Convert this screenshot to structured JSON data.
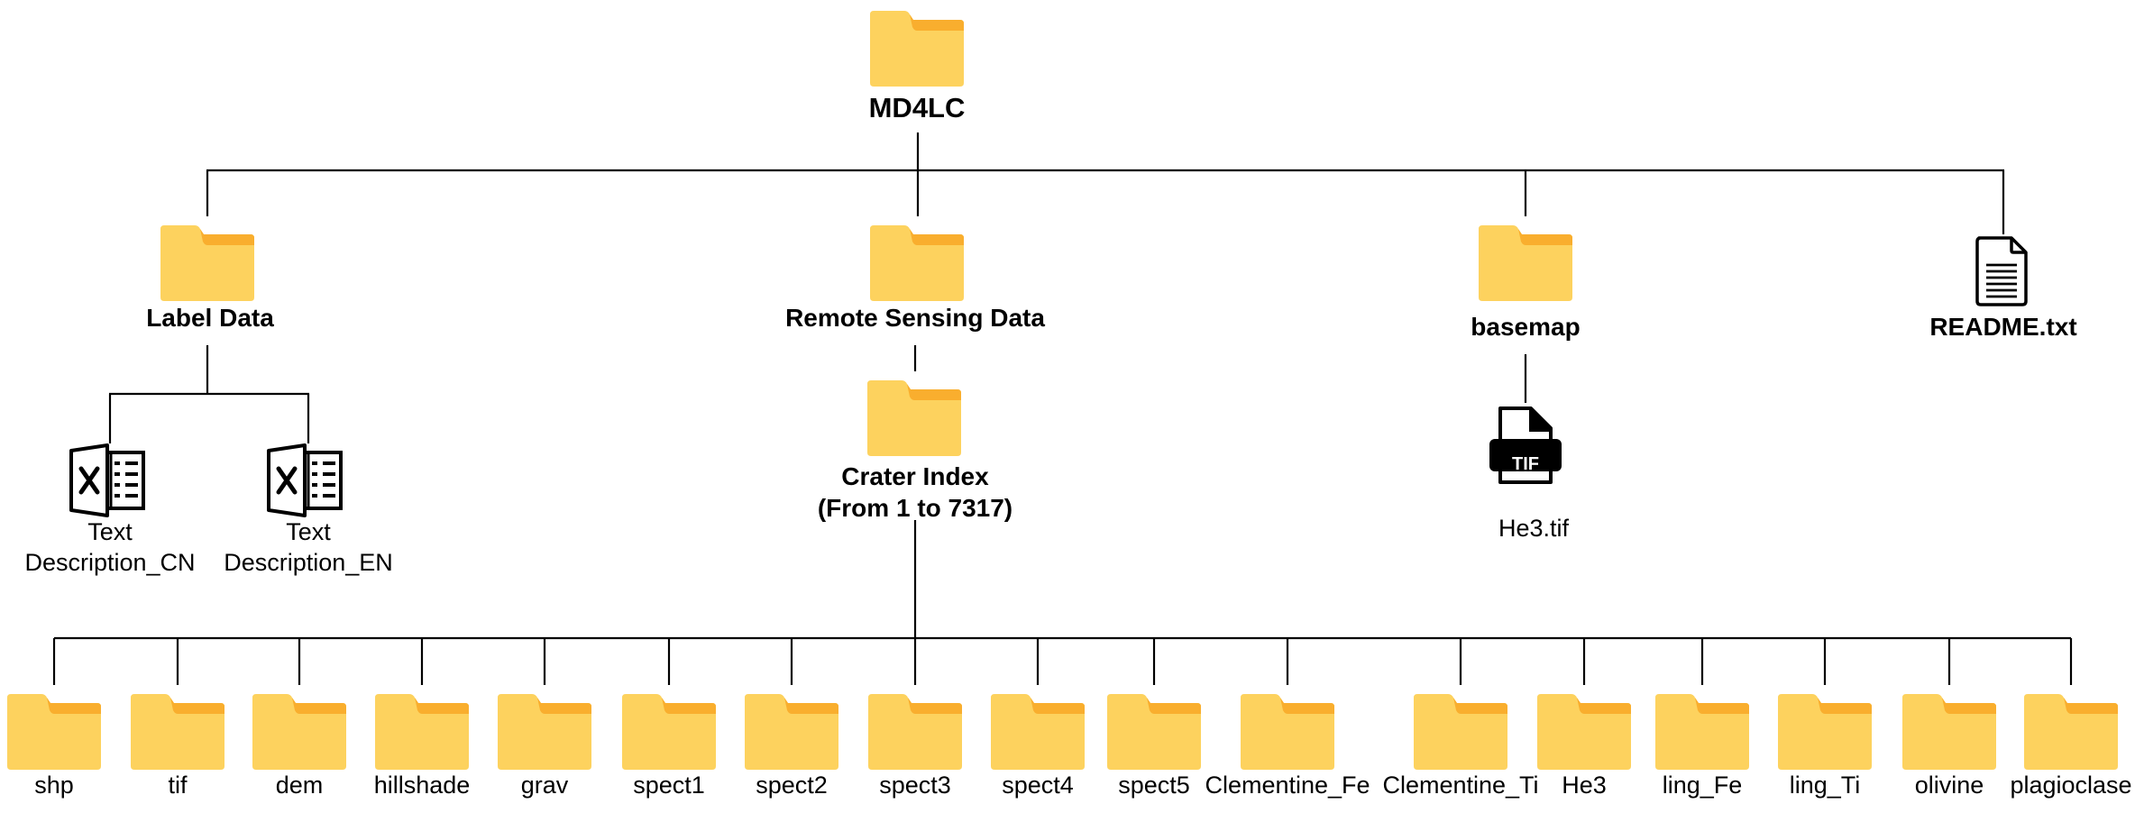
{
  "root": {
    "label": "MD4LC",
    "icon": "folder-icon"
  },
  "level1": [
    {
      "key": "label-data",
      "label": "Label Data",
      "icon": "folder-icon"
    },
    {
      "key": "remote-sensing",
      "label": "Remote Sensing Data",
      "icon": "folder-icon"
    },
    {
      "key": "basemap",
      "label": "basemap",
      "icon": "folder-icon"
    },
    {
      "key": "readme",
      "label": "README.txt",
      "icon": "text-file-icon"
    }
  ],
  "label_files": [
    {
      "line1": "Text",
      "line2": "Description_CN",
      "icon": "excel-file-icon"
    },
    {
      "line1": "Text",
      "line2": "Description_EN",
      "icon": "excel-file-icon"
    }
  ],
  "crater": {
    "line1": "Crater Index",
    "line2": "(From 1 to 7317)",
    "icon": "folder-icon"
  },
  "basemap_file": {
    "label": "He3.tif",
    "badge": "TIF",
    "icon": "tif-file-icon"
  },
  "crater_folders": [
    "shp",
    "tif",
    "dem",
    "hillshade",
    "grav",
    "spect1",
    "spect2",
    "spect3",
    "spect4",
    "spect5",
    "Clementine_Fe",
    "Clementine_Ti",
    "He3",
    "ling_Fe",
    "ling_Ti",
    "olivine",
    "plagioclase"
  ],
  "colors": {
    "folder_body": "#FDD25E",
    "folder_tab": "#F9AE2E",
    "line": "#000000",
    "icon_black": "#000000"
  }
}
